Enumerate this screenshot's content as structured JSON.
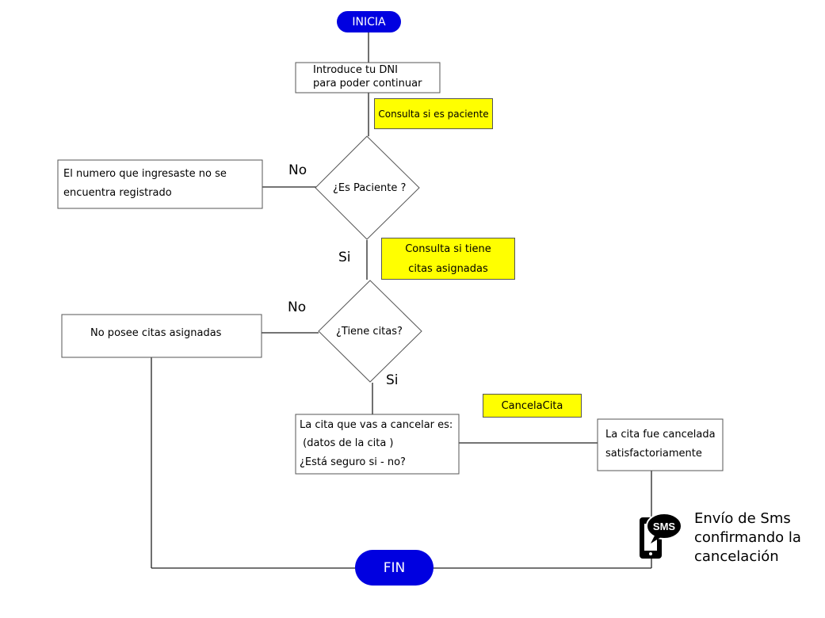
{
  "colors": {
    "terminal": "#0000e0",
    "note": "#ffff00",
    "line": "#222222"
  },
  "start": "INICIA",
  "end": "FIN",
  "step_dni": [
    "Introduce tu DNI",
    "para poder continuar"
  ],
  "note_paciente": "Consulta si es paciente",
  "decision_paciente": "¿Es Paciente ?",
  "label_no_1": "No",
  "not_registered": [
    "El numero que ingresaste no se",
    "encuentra registrado"
  ],
  "label_si_1": "Si",
  "note_citas": [
    "Consulta si tiene",
    "citas asignadas"
  ],
  "label_no_2": "No",
  "decision_citas": "¿Tiene citas?",
  "no_citas": "No posee citas asignadas",
  "label_si_2": "Si",
  "note_cancela": "CancelaCita",
  "confirm_cancel": [
    "La cita que vas a cancelar es:",
    " (datos de la cita )",
    "¿Está seguro si - no?"
  ],
  "cancelled": [
    "La cita fue cancelada",
    "satisfactoriamente"
  ],
  "sms_icon_text": "SMS",
  "sms_note": [
    "Envío de Sms",
    "confirmando la",
    "cancelación"
  ]
}
